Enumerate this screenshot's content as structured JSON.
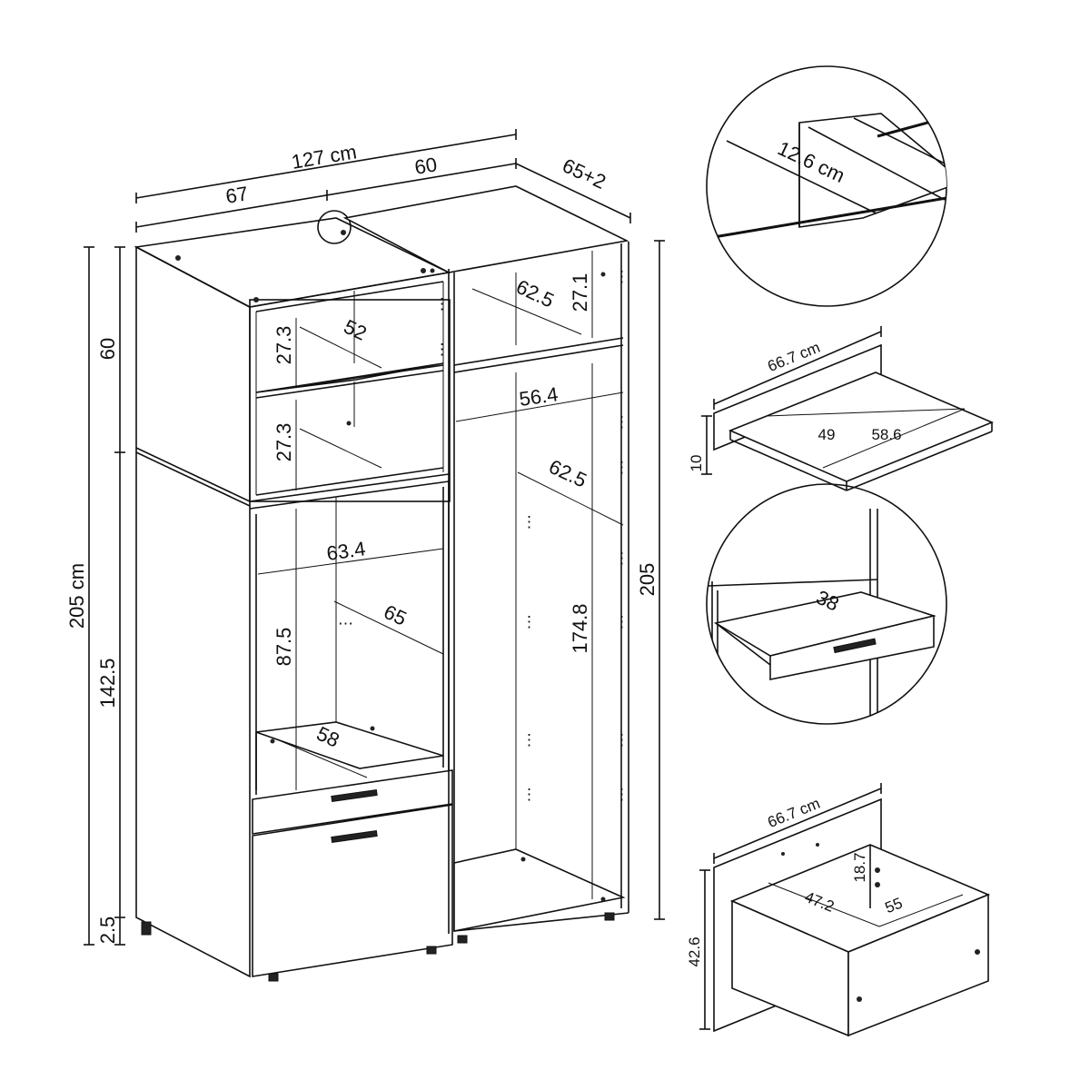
{
  "main_view": {
    "overall_width": "127 cm",
    "left_width": "67",
    "right_width": "60",
    "depth": "65+2",
    "total_height": "205 cm",
    "top_section_height": "60",
    "lower_section_height": "142.5",
    "leg_height": "2.5",
    "right_height": "205",
    "left_shelf_height_1": "27.3",
    "left_shelf_height_2": "27.3",
    "left_shelf_depth": "52",
    "left_inner_width": "63.4",
    "left_inner_height": "87.5",
    "left_inner_depth": "65",
    "left_drawer_depth": "58",
    "right_top_shelf_depth": "62.5",
    "right_top_shelf_height": "27.1",
    "right_inner_width": "56.4",
    "right_inner_depth": "62.5",
    "right_inner_height": "174.8"
  },
  "detail_top": {
    "label": "12.6 cm"
  },
  "detail_shelf": {
    "width": "66.7 cm",
    "thickness": "10",
    "depth_a": "49",
    "depth_b": "58.6"
  },
  "detail_drawer_small": {
    "depth": "38"
  },
  "detail_drawer_large": {
    "width": "66.7 cm",
    "height": "42.6",
    "inner_height": "18.7",
    "inner_width": "47.2",
    "inner_depth": "55"
  }
}
